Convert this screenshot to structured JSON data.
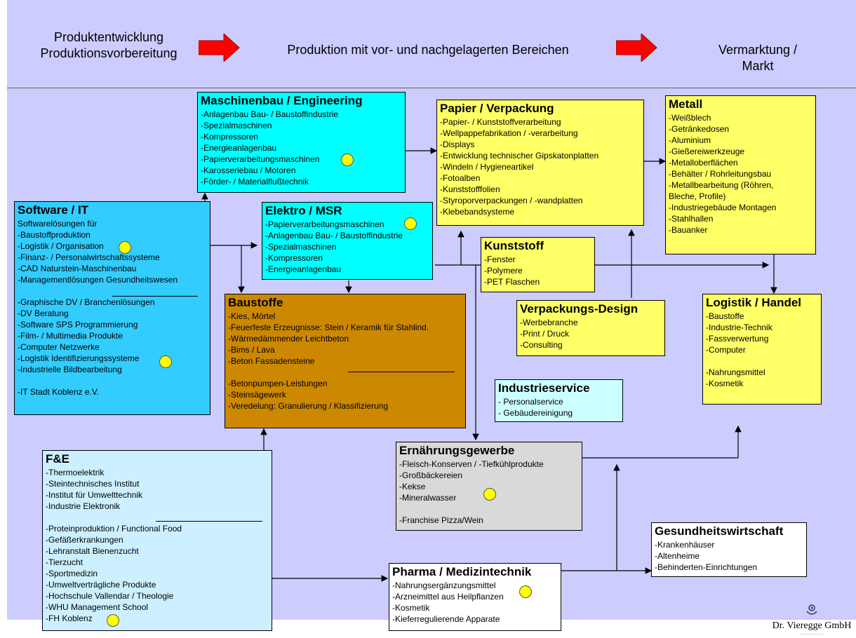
{
  "header": {
    "phase1_line1": "Produktentwicklung",
    "phase1_line2": "Produktionsvorbereitung",
    "phase2": "Produktion mit vor- und nachgelagerten Bereichen",
    "phase3_line1": "Vermarktung /",
    "phase3_line2": "Markt"
  },
  "colors": {
    "background": "#ccccff",
    "arrow": "#ff0000",
    "cyan": "#33ccff",
    "turquoise": "#00ffff",
    "yellow": "#ffff66",
    "brown": "#cc8800",
    "light_blue": "#ccf0ff",
    "gray": "#d9d9d9",
    "marker": "#ffff00"
  },
  "boxes": {
    "maschinenbau": {
      "title": "Maschinenbau / Engineering",
      "items": [
        "-Anlagenbau Bau- / Baustoffindustrie",
        "-Spezialmaschinen",
        "-Kompressoren",
        "-Energieanlagenbau",
        "-Papierverarbeitungsmaschinen",
        "-Karosseriebau / Motoren",
        "-Förder- / Materialflußtechnik"
      ]
    },
    "papier": {
      "title": "Papier / Verpackung",
      "items": [
        "-Papier- / Kunststoffverarbeitung",
        "-Wellpappefabrikation / -verarbeitung",
        "-Displays",
        "-Entwicklung technischer Gipskatonplatten",
        "-Windeln / Hygieneartikel",
        "-Fotoalben",
        "-Kunststofffolien",
        "-Styroporverpackungen / -wandplatten",
        "-Klebebandsysteme"
      ]
    },
    "metall": {
      "title": "Metall",
      "items": [
        "-Weißblech",
        "-Getränkedosen",
        "-Aluminium",
        "-Gießereiwerkzeuge",
        "-Metalloberflächen",
        "-Behälter / Rohrleitungsbau",
        "-Metallbearbeitung (Röhren,",
        "Bleche, Profile)",
        "-Industriegebäude Montagen",
        "-Stahlhallen",
        "-Bauanker"
      ]
    },
    "software": {
      "title": "Software / IT",
      "items": [
        "Softwarelösungen für",
        "-Baustoffproduktion",
        "-Logistik / Organisation",
        "-Finanz- / Personalwirtschaftssysteme",
        "-CAD Naturstein-Maschinenbau",
        "-Managementlösungen Gesundheitswesen",
        "",
        "-Graphische DV / Branchenlösungen",
        "-DV Beratung",
        "-Software SPS Programmierung",
        "-Film- / Multimedia Produkte",
        "-Computer Netzwerke",
        "-Logistik Identifizierungssysteme",
        "-Industrielle Bildbearbeitung",
        "",
        "-IT Stadt Koblenz e.V."
      ]
    },
    "elektro": {
      "title": "Elektro / MSR",
      "items": [
        "-Papierverarbeitungsmaschinen",
        "-Anlagenbau Bau- / Baustoffindustrie",
        "-Spezialmaschinen",
        "-Kompressoren",
        "-Energieanlagenbau"
      ]
    },
    "kunststoff": {
      "title": "Kunststoff",
      "items": [
        "-Fenster",
        "-Polymere",
        "-PET Flaschen"
      ]
    },
    "baustoffe": {
      "title": "Baustoffe",
      "items": [
        "-Kies, Mörtel",
        "-Feuerfeste Erzeugnisse: Stein / Keramik für Stahlind.",
        "-Wärmedämmender Leichtbeton",
        "-Bims / Lava",
        "-Beton Fassadensteine",
        "",
        "-Betonpumpen-Leistungen",
        "-Steinsägewerk",
        "-Veredelung: Granulierung  / Klassifizierung"
      ]
    },
    "verpackungsdesign": {
      "title": "Verpackungs-Design",
      "items": [
        "-Werbebranche",
        "-Print / Druck",
        "-Consulting"
      ]
    },
    "logistik": {
      "title": "Logistik / Handel",
      "items": [
        "-Baustoffe",
        "-Industrie-Technik",
        "-Fassverwertung",
        "-Computer",
        "",
        "-Nahrungsmittel",
        "-Kosmetik"
      ]
    },
    "industrieservice": {
      "title": "Industrieservice",
      "items": [
        "-  Personalservice",
        "-  Gebäudereinigung"
      ]
    },
    "fue": {
      "title": "F&E",
      "items": [
        "-Thermoelektrik",
        "-Steintechnisches Institut",
        "-Institut für Umwelttechnik",
        "-Industrie Elektronik",
        "",
        "-Proteinproduktion / Functional Food",
        "-Gefäßerkrankungen",
        "-Lehranstalt Bienenzucht",
        "-Tierzucht",
        "-Sportmedizin",
        "-Umweltverträgliche Produkte",
        "-Hochschule Vallendar / Theologie",
        "-WHU Management School",
        "-FH Koblenz"
      ]
    },
    "ernaehrung": {
      "title": "Ernährungsgewerbe",
      "items": [
        "-Fleisch-Konserven / -Tiefkühlprodukte",
        "-Großbäckereien",
        "-Kekse",
        "-Mineralwasser",
        "",
        "-Franchise Pizza/Wein"
      ]
    },
    "gesundheit": {
      "title": "Gesundheitswirtschaft",
      "items": [
        "-Krankenhäuser",
        "-Altenheime",
        "-Behinderten-Einrichtungen"
      ]
    },
    "pharma": {
      "title": "Pharma / Medizintechnik",
      "items": [
        "-Nahrungsergänzungsmittel",
        "-Arzneimittel aus Heilpflanzen",
        "-Kosmetik",
        "-Kieferregulierende Apparate"
      ]
    }
  },
  "logo": {
    "name": "Dr. Vieregge GmbH"
  }
}
